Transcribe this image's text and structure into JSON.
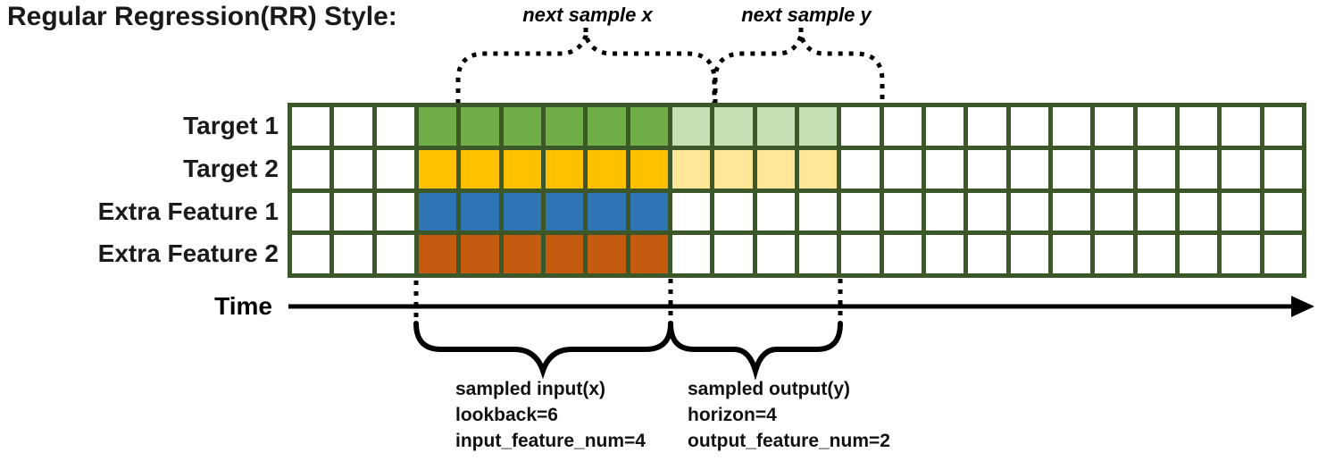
{
  "title": "Regular Regression(RR) Style:",
  "top_braces": {
    "next_sample_x_label": "next sample x",
    "next_sample_y_label": "next sample y"
  },
  "time_axis": {
    "label": "Time"
  },
  "grid": {
    "columns": 24,
    "input_start_col": 4,
    "input_end_col": 9,
    "output_start_col": 10,
    "output_end_col": 13,
    "line_color": "#3d5828",
    "cell_color": "#ffffff",
    "rows": [
      {
        "label": "Target 1",
        "input_color": "#70ad47",
        "output_color": "#c5e0b4"
      },
      {
        "label": "Target 2",
        "input_color": "#ffc000",
        "output_color": "#ffe699"
      },
      {
        "label": "Extra Feature 1",
        "input_color": "#2e75b6",
        "output_color": null
      },
      {
        "label": "Extra Feature 2",
        "input_color": "#c55a11",
        "output_color": null
      }
    ]
  },
  "bottom_notes": {
    "input_lines": [
      "sampled input(x)",
      "lookback=6",
      "input_feature_num=4"
    ],
    "output_lines": [
      "sampled output(y)",
      "horizon=4",
      "output_feature_num=2"
    ]
  }
}
